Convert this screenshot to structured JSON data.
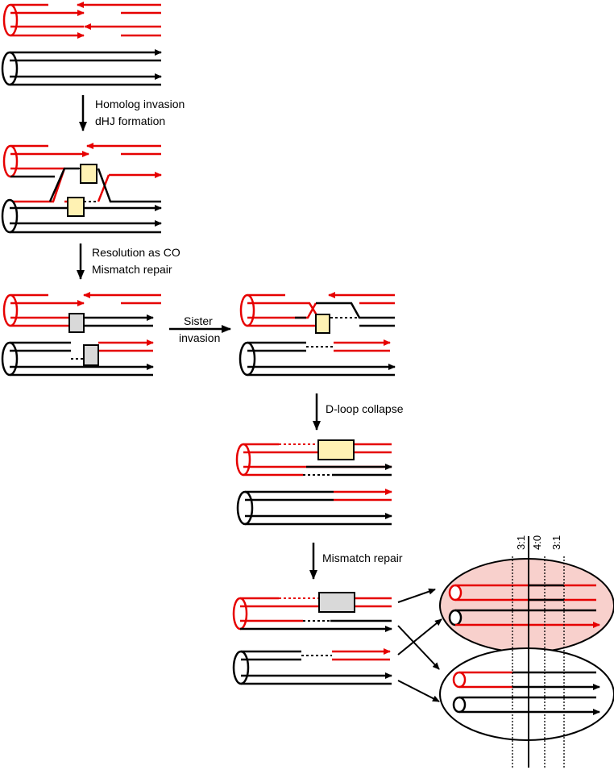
{
  "steps": {
    "step1_line1": "Homolog invasion",
    "step1_line2": "dHJ formation",
    "step2_line1": "Resolution as CO",
    "step2_line2": "Mismatch repair",
    "sister_line1": "Sister",
    "sister_line2": "invasion",
    "dloop": "D-loop collapse",
    "mmr": "Mismatch repair"
  },
  "columns": {
    "left": "3:1",
    "middle": "4:0",
    "right": "3:1"
  },
  "colors": {
    "red": "#e60000",
    "black": "#000000",
    "box_yellow": "#fff2b3",
    "box_gray": "#d9d9d9",
    "spore_pink": "#f8d0cc"
  }
}
